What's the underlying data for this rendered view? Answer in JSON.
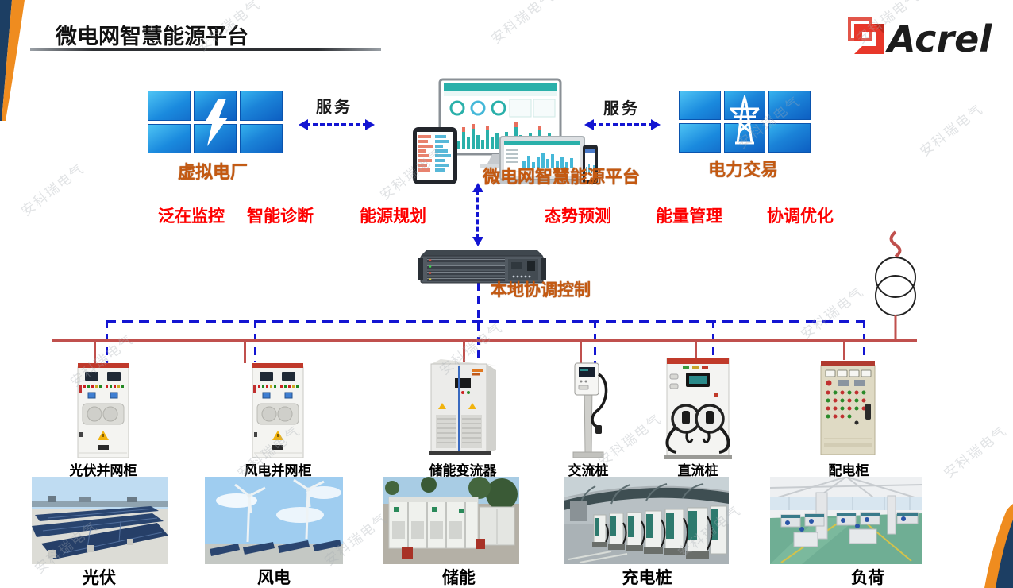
{
  "slide": {
    "title": "微电网智慧能源平台"
  },
  "logo": {
    "brand": "Acrel"
  },
  "watermark": {
    "text": "安科瑞电气"
  },
  "nodes": {
    "virtual_plant": {
      "label": "虚拟电厂"
    },
    "platform": {
      "label": "微电网智慧能源平台"
    },
    "power_trading": {
      "label": "电力交易"
    },
    "service_left": {
      "label": "服务"
    },
    "service_right": {
      "label": "服务"
    },
    "local_control": {
      "label": "本地协调控制"
    }
  },
  "features": [
    "泛在监控",
    "智能诊断",
    "能源规划",
    "态势预测",
    "能量管理",
    "协调优化"
  ],
  "devices": [
    {
      "label": "光伏并网柜"
    },
    {
      "label": "风电并网柜"
    },
    {
      "label": "储能变流器"
    },
    {
      "label": "交流桩"
    },
    {
      "label": "直流桩"
    },
    {
      "label": "配电柜"
    }
  ],
  "photos": [
    {
      "label": "光伏"
    },
    {
      "label": "风电"
    },
    {
      "label": "储能"
    },
    {
      "label": "充电桩"
    },
    {
      "label": "负荷"
    }
  ],
  "colors": {
    "bus_red": "#c0504d",
    "link_blue": "#1315d2",
    "label_orange": "#c45911",
    "feature_red": "#fe0000",
    "tile_blue": "#0d66c4",
    "brand_navy": "#1c3e63",
    "brand_orange": "#ef8c1f"
  }
}
